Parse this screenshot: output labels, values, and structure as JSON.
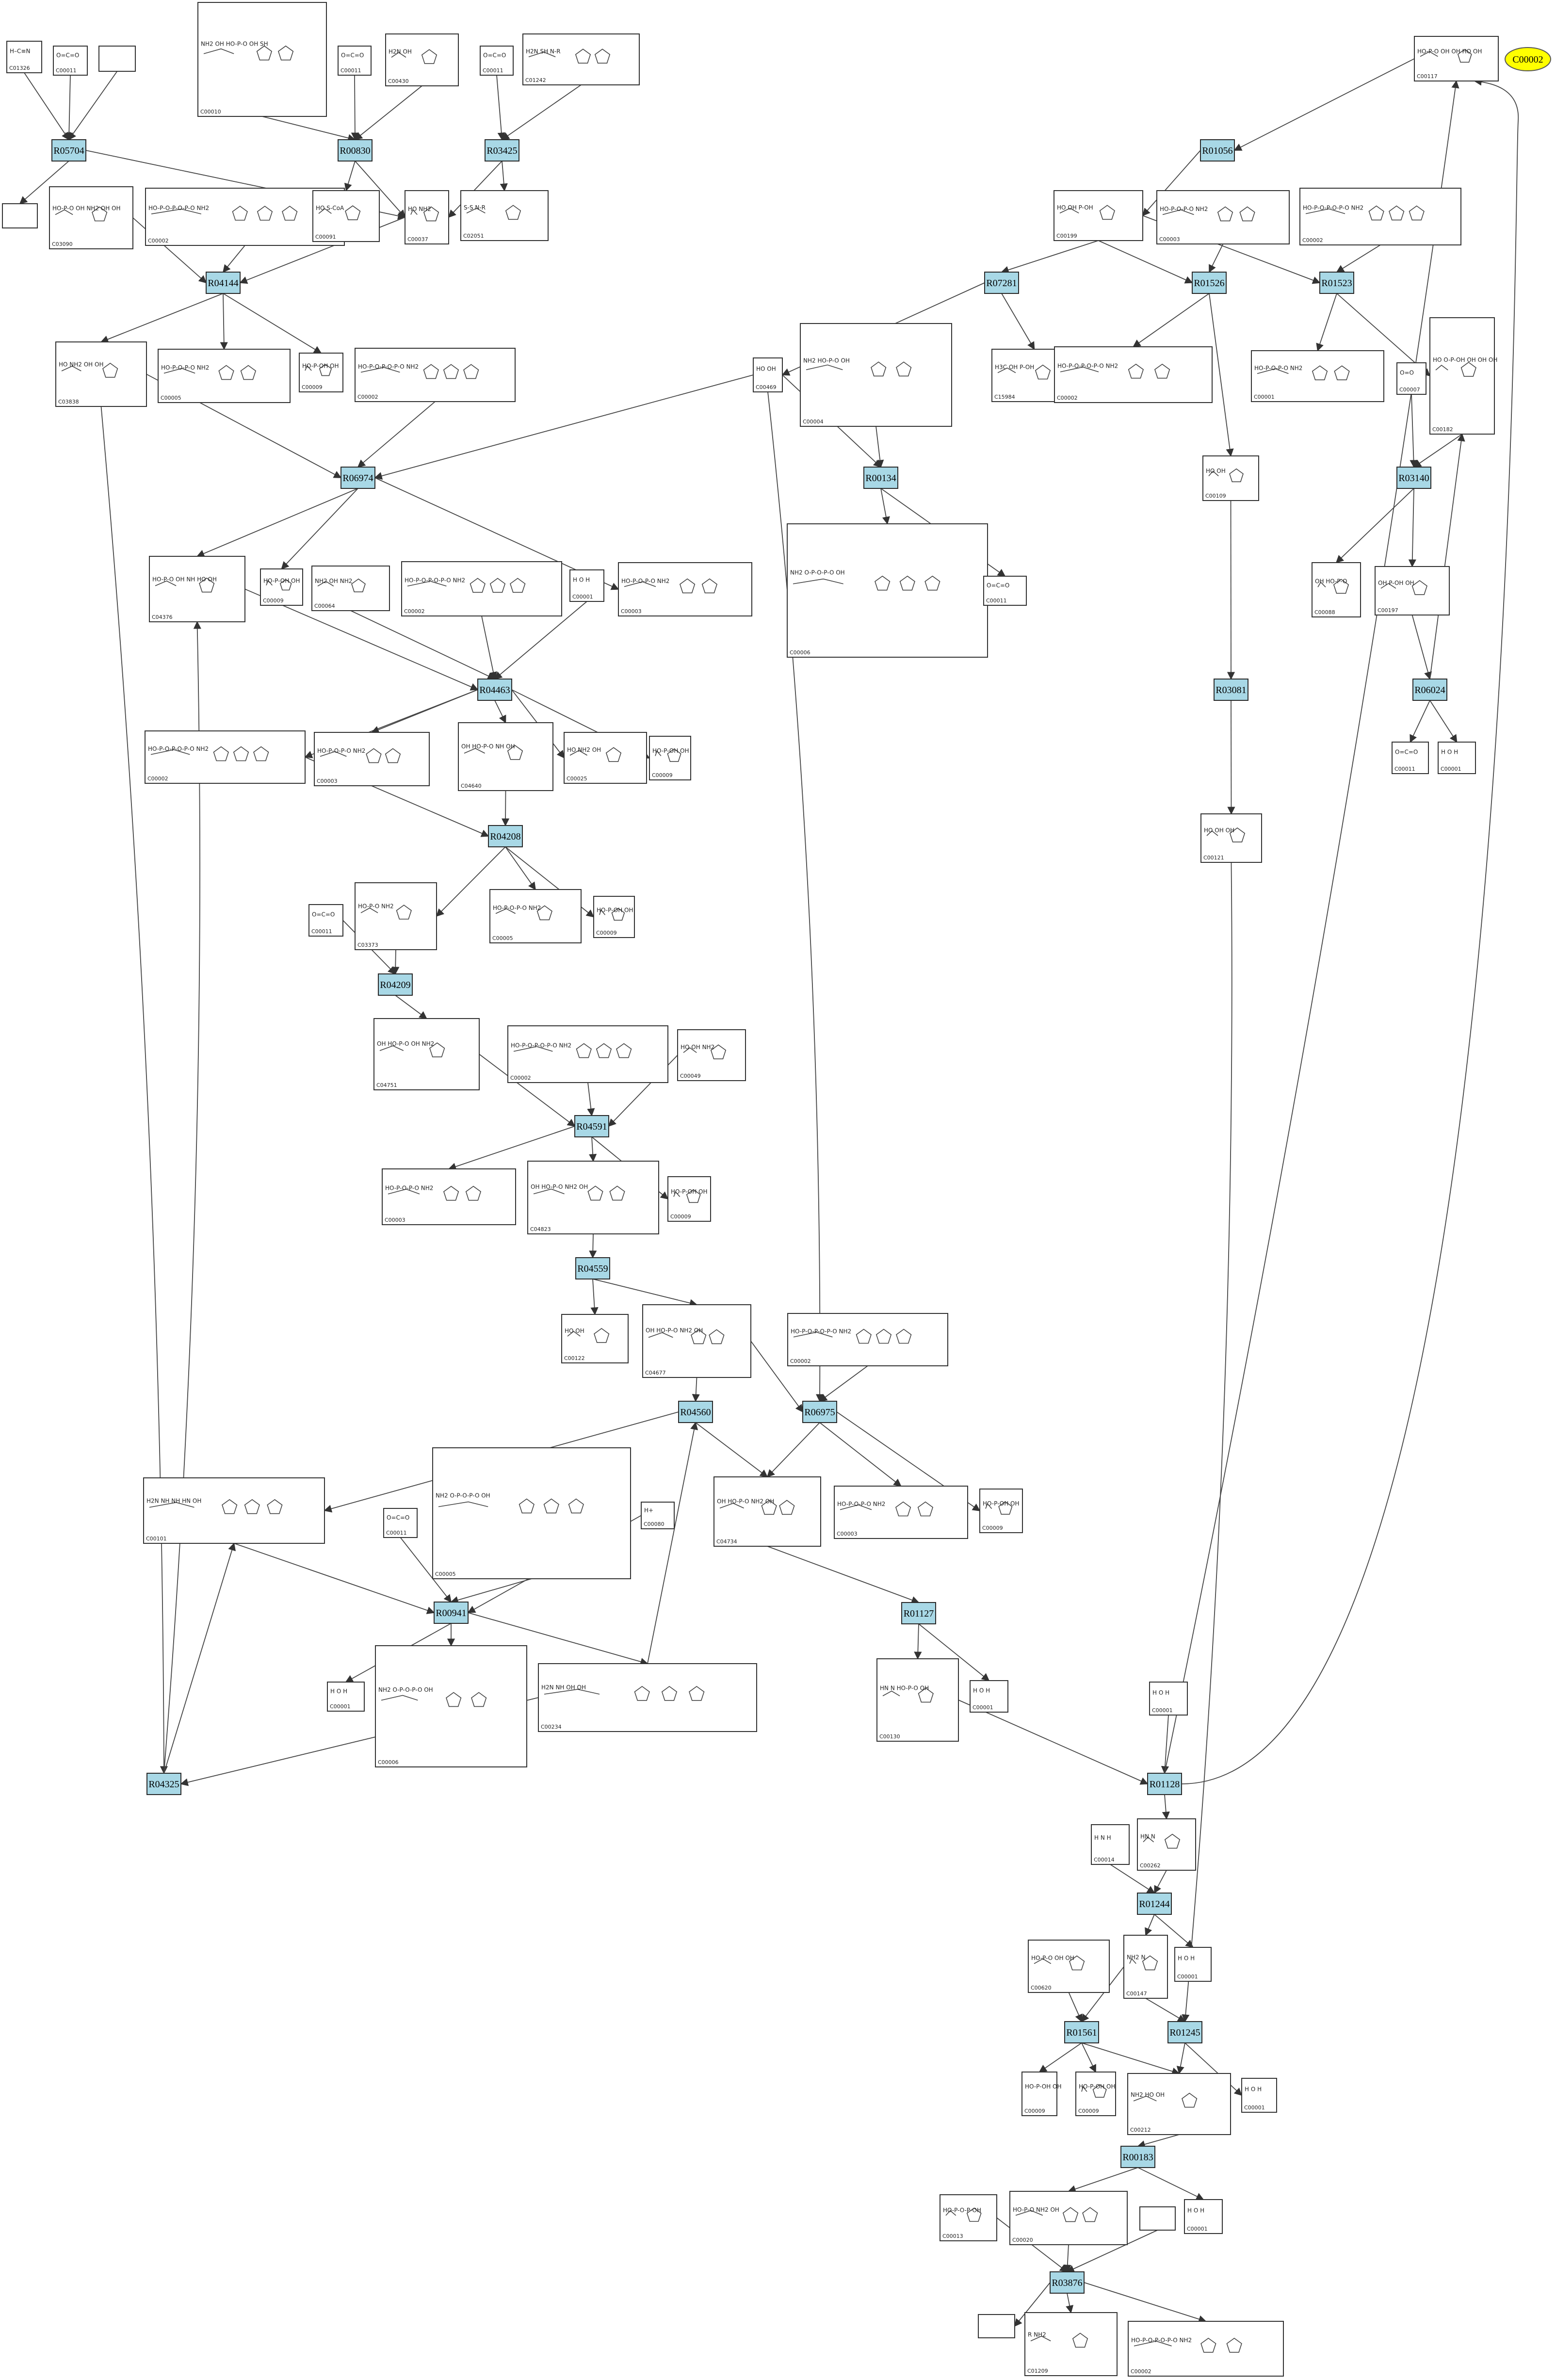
{
  "query": {
    "label": "C00002",
    "color": "#ffff00"
  },
  "reactions": [
    {
      "id": "R05704"
    },
    {
      "id": "R00830"
    },
    {
      "id": "R03425"
    },
    {
      "id": "R01056"
    },
    {
      "id": "R04144"
    },
    {
      "id": "R07281"
    },
    {
      "id": "R01526"
    },
    {
      "id": "R01523"
    },
    {
      "id": "R06974"
    },
    {
      "id": "R00134"
    },
    {
      "id": "R03140"
    },
    {
      "id": "R04463"
    },
    {
      "id": "R03081"
    },
    {
      "id": "R06024"
    },
    {
      "id": "R04208"
    },
    {
      "id": "R04209"
    },
    {
      "id": "R04591"
    },
    {
      "id": "R04559"
    },
    {
      "id": "R04560"
    },
    {
      "id": "R06975"
    },
    {
      "id": "R00941"
    },
    {
      "id": "R01127"
    },
    {
      "id": "R04325"
    },
    {
      "id": "R01128"
    },
    {
      "id": "R01244"
    },
    {
      "id": "R01561"
    },
    {
      "id": "R01245"
    },
    {
      "id": "R00183"
    },
    {
      "id": "R03876"
    }
  ],
  "compounds": [
    {
      "id": "C01326",
      "atoms": "H–C≡N"
    },
    {
      "id": "C00011",
      "atoms": "O=C=O"
    },
    {
      "id": "",
      "atoms": ""
    },
    {
      "id": "C00010",
      "atoms": "NH2 OH HO-P-O OH SH"
    },
    {
      "id": "C00011",
      "atoms": "O=C=O"
    },
    {
      "id": "C00430",
      "atoms": "H2N OH"
    },
    {
      "id": "C00011",
      "atoms": "O=C=O"
    },
    {
      "id": "C01242",
      "atoms": "H2N SH N-R"
    },
    {
      "id": "C00117",
      "atoms": "HO-P-O OH OH HO OH"
    },
    {
      "id": "",
      "atoms": ""
    },
    {
      "id": "C03090",
      "atoms": "HO-P-O OH NH2 OH OH"
    },
    {
      "id": "C00002",
      "atoms": "HO-P-O-P-O-P-O NH2"
    },
    {
      "id": "C00091",
      "atoms": "HO S-CoA"
    },
    {
      "id": "C00037",
      "atoms": "HO NH2"
    },
    {
      "id": "C02051",
      "atoms": "S-S N-R"
    },
    {
      "id": "C00199",
      "atoms": "HO OH P-OH"
    },
    {
      "id": "C00003",
      "atoms": "HO-P-O-P-O NH2"
    },
    {
      "id": "C00002",
      "atoms": "HO-P-O-P-O-P-O NH2"
    },
    {
      "id": "C03838",
      "atoms": "HO NH2 OH OH"
    },
    {
      "id": "C00005",
      "atoms": "HO-P-O-P-O NH2"
    },
    {
      "id": "C00009",
      "atoms": "HO-P-OH OH"
    },
    {
      "id": "C00002",
      "atoms": "HO-P-O-P-O-P-O NH2"
    },
    {
      "id": "C00469",
      "atoms": "HO OH"
    },
    {
      "id": "C00004",
      "atoms": "NH2 HO-P-O OH"
    },
    {
      "id": "C15984",
      "atoms": "H3C OH P-OH"
    },
    {
      "id": "C00002",
      "atoms": "HO-P-O-P-O-P-O NH2"
    },
    {
      "id": "C00001",
      "atoms": "HO-P-O-P-O NH2"
    },
    {
      "id": "C00007",
      "atoms": "O=O"
    },
    {
      "id": "C00182",
      "atoms": "HO O-P-OH OH OH OH"
    },
    {
      "id": "C00109",
      "atoms": "HO OH"
    },
    {
      "id": "C04376",
      "atoms": "HO-P-O OH NH HO OH"
    },
    {
      "id": "C00009",
      "atoms": "HO-P-OH OH"
    },
    {
      "id": "C00064",
      "atoms": "NH2 OH NH2"
    },
    {
      "id": "C00002",
      "atoms": "HO-P-O-P-O-P-O NH2"
    },
    {
      "id": "C00001",
      "atoms": "H O H"
    },
    {
      "id": "C00003",
      "atoms": "HO-P-O-P-O NH2"
    },
    {
      "id": "C00006",
      "atoms": "NH2 O-P-O-P-O OH"
    },
    {
      "id": "C00011",
      "atoms": "O=C=O"
    },
    {
      "id": "C00088",
      "atoms": "OH HO-P-O"
    },
    {
      "id": "C00197",
      "atoms": "OH P-OH OH"
    },
    {
      "id": "C00002",
      "atoms": "HO-P-O-P-O-P-O NH2"
    },
    {
      "id": "C00003",
      "atoms": "HO-P-O-P-O NH2"
    },
    {
      "id": "C04640",
      "atoms": "OH HO-P-O NH OH"
    },
    {
      "id": "C00025",
      "atoms": "HO NH2 OH"
    },
    {
      "id": "C00009",
      "atoms": "HO-P-OH OH"
    },
    {
      "id": "C00011",
      "atoms": "O=C=O"
    },
    {
      "id": "C00001",
      "atoms": "H O H"
    },
    {
      "id": "C00121",
      "atoms": "HO OH OH"
    },
    {
      "id": "C03373",
      "atoms": "HO-P-O NH2"
    },
    {
      "id": "C00005",
      "atoms": "HO-P-O-P-O NH2"
    },
    {
      "id": "C00009",
      "atoms": "HO-P-OH OH"
    },
    {
      "id": "C00011",
      "atoms": "O=C=O"
    },
    {
      "id": "C04751",
      "atoms": "OH HO-P-O OH NH2"
    },
    {
      "id": "C00002",
      "atoms": "HO-P-O-P-O-P-O NH2"
    },
    {
      "id": "C00049",
      "atoms": "HO OH NH2"
    },
    {
      "id": "C00003",
      "atoms": "HO-P-O-P-O NH2"
    },
    {
      "id": "C04823",
      "atoms": "OH HO-P-O NH2 OH"
    },
    {
      "id": "C00009",
      "atoms": "HO-P-OH OH"
    },
    {
      "id": "C00122",
      "atoms": "HO OH"
    },
    {
      "id": "C04677",
      "atoms": "OH HO-P-O NH2 OH"
    },
    {
      "id": "C00002",
      "atoms": "HO-P-O-P-O-P-O NH2"
    },
    {
      "id": "C00101",
      "atoms": "H2N NH NH HN OH"
    },
    {
      "id": "C00011",
      "atoms": "O=C=O"
    },
    {
      "id": "C00005",
      "atoms": "NH2 O-P-O-P-O OH"
    },
    {
      "id": "C00080",
      "atoms": "H+"
    },
    {
      "id": "C04734",
      "atoms": "OH HO-P-O NH2 OH"
    },
    {
      "id": "C00003",
      "atoms": "HO-P-O-P-O NH2"
    },
    {
      "id": "C00009",
      "atoms": "HO-P-OH OH"
    },
    {
      "id": "C00001",
      "atoms": "H O H"
    },
    {
      "id": "C00006",
      "atoms": "NH2 O-P-O-P-O OH"
    },
    {
      "id": "C00234",
      "atoms": "H2N NH OH OH"
    },
    {
      "id": "C00130",
      "atoms": "HN N HO-P-O OH"
    },
    {
      "id": "C00001",
      "atoms": "H O H"
    },
    {
      "id": "C00001",
      "atoms": "H O H"
    },
    {
      "id": "C00014",
      "atoms": "H N H"
    },
    {
      "id": "C00262",
      "atoms": "HN N"
    },
    {
      "id": "C00620",
      "atoms": "HO-P-O OH OH"
    },
    {
      "id": "C00147",
      "atoms": "NH2 N"
    },
    {
      "id": "C00001",
      "atoms": "H O H"
    },
    {
      "id": "C00009",
      "atoms": "HO-P-OH OH"
    },
    {
      "id": "C00009",
      "atoms": "HO-P-OH OH"
    },
    {
      "id": "C00212",
      "atoms": "NH2 HO OH"
    },
    {
      "id": "C00001",
      "atoms": "H O H"
    },
    {
      "id": "C00020",
      "atoms": "HO-P-O NH2 OH"
    },
    {
      "id": "C00013",
      "atoms": "HO-P-O-P-OH"
    },
    {
      "id": "",
      "atoms": ""
    },
    {
      "id": "C00001",
      "atoms": "H O H"
    },
    {
      "id": "",
      "atoms": ""
    },
    {
      "id": "C01209",
      "atoms": "R NH2"
    },
    {
      "id": "C00002",
      "atoms": "HO-P-O-P-O-P-O NH2"
    }
  ]
}
